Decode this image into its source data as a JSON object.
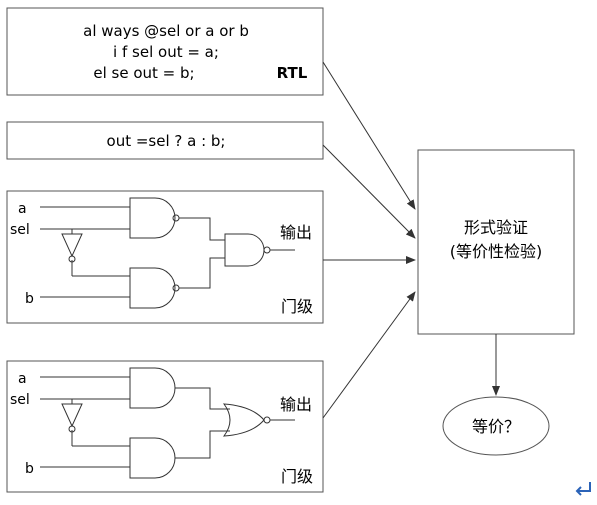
{
  "rtl_box": {
    "line1": "al ways  @sel  or  a  or  b",
    "line2": "i f  sel  out  = a;",
    "line3": "el se  out  =  b;",
    "label": "RTL"
  },
  "expr_box": {
    "text": "out  =sel  ? a  :  b;"
  },
  "gate_box_1": {
    "input_a": "a",
    "input_sel": "sel",
    "input_b": "b",
    "output_label": "输出",
    "level_label": "门级"
  },
  "gate_box_2": {
    "input_a": "a",
    "input_sel": "sel",
    "input_b": "b",
    "output_label": "输出",
    "level_label": "门级"
  },
  "formal_box": {
    "line1": "形式验证",
    "line2": "(等价性检验)"
  },
  "result": {
    "text": "等价？"
  },
  "corner_icon": "return-arrow-icon"
}
